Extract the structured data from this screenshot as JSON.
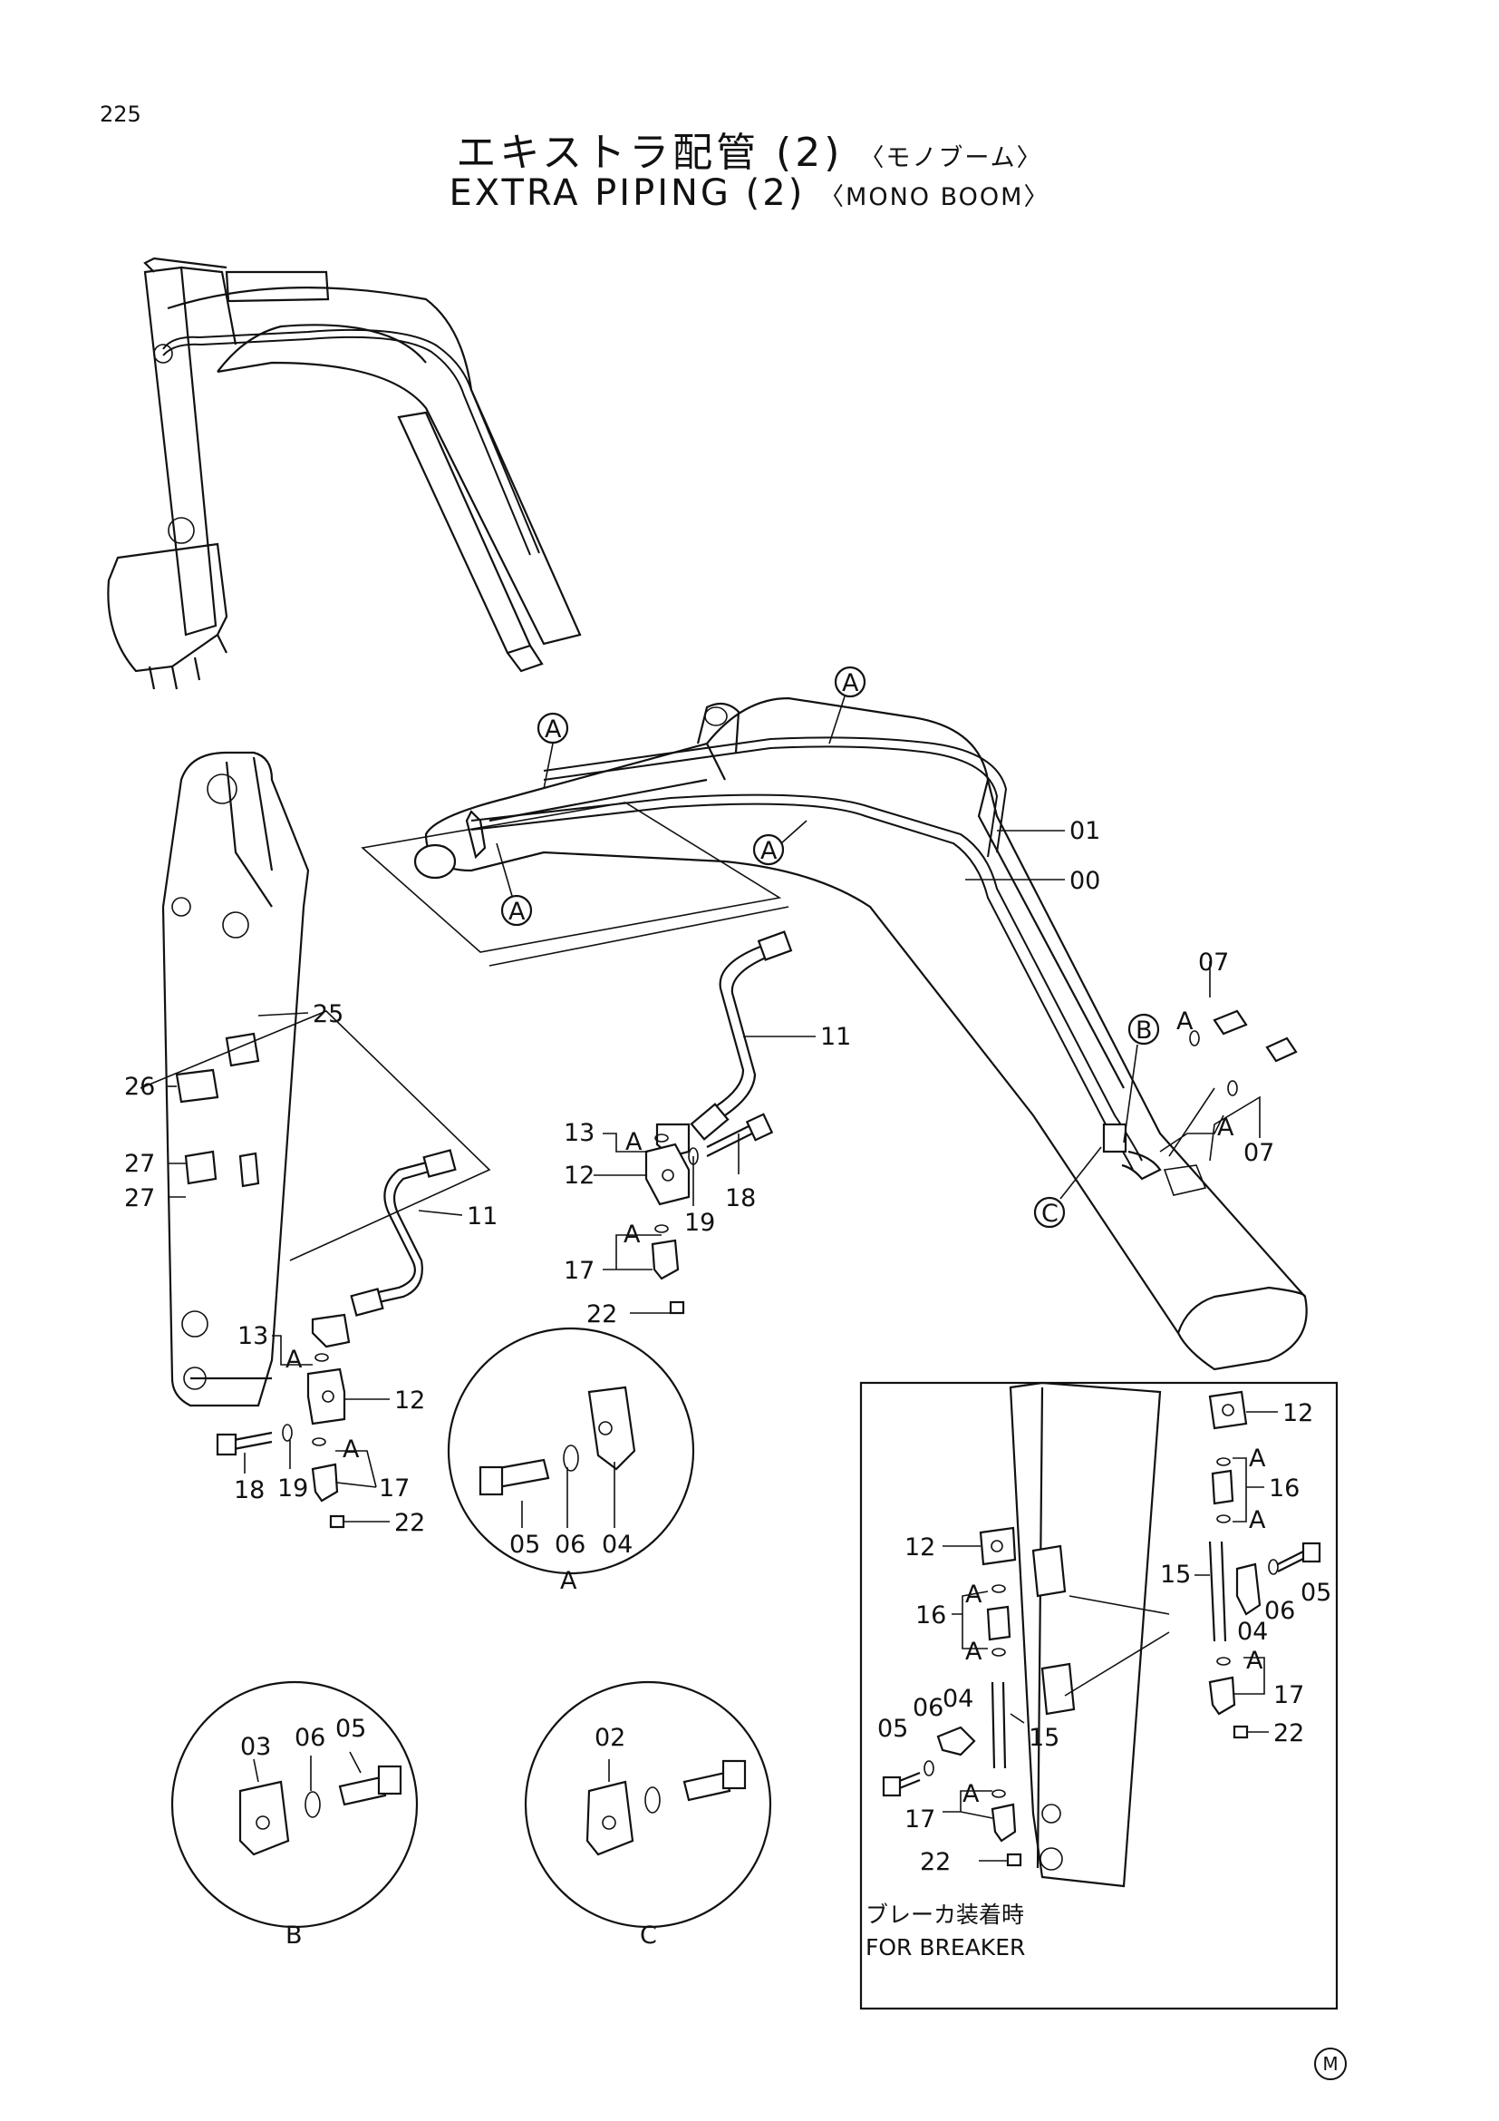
{
  "page_number": "225",
  "title": {
    "jp_main": "エキストラ配管 (2)",
    "jp_sub": "〈モノブーム〉",
    "en_main": "EXTRA PIPING (2)",
    "en_sub": "〈MONO BOOM〉"
  },
  "callouts": {
    "p00": "00",
    "p01": "01",
    "p07a": "07",
    "p07b": "07",
    "p11a": "11",
    "p11b": "11",
    "p12a": "12",
    "p12b": "12",
    "p12c": "12",
    "p12d": "12",
    "p13a": "13",
    "p13b": "13",
    "p17a": "17",
    "p17b": "17",
    "p17c": "17",
    "p17d": "17",
    "p18a": "18",
    "p18b": "18",
    "p19a": "19",
    "p19b": "19",
    "p22a": "22",
    "p22b": "22",
    "p22c": "22",
    "p22d": "22",
    "p25": "25",
    "p26": "26",
    "p27a": "27",
    "p27b": "27",
    "p05a": "05",
    "p06a": "06",
    "p04a": "04",
    "p03": "03",
    "p06b": "06",
    "p05b": "05",
    "p02": "02",
    "p16a": "16",
    "p16b": "16",
    "p15a": "15",
    "p15b": "15",
    "p05c": "05",
    "p04b": "04",
    "p06c": "06",
    "p05d": "05",
    "p06d": "06",
    "p04c": "04"
  },
  "ref_letters": {
    "A": "A",
    "B": "B",
    "C": "C"
  },
  "detail_labels": {
    "detail_a": "A",
    "detail_b": "B",
    "detail_c": "C"
  },
  "breaker_note": {
    "jp": "ブレーカ装着時",
    "en": "FOR BREAKER"
  },
  "publisher_mark": "M"
}
